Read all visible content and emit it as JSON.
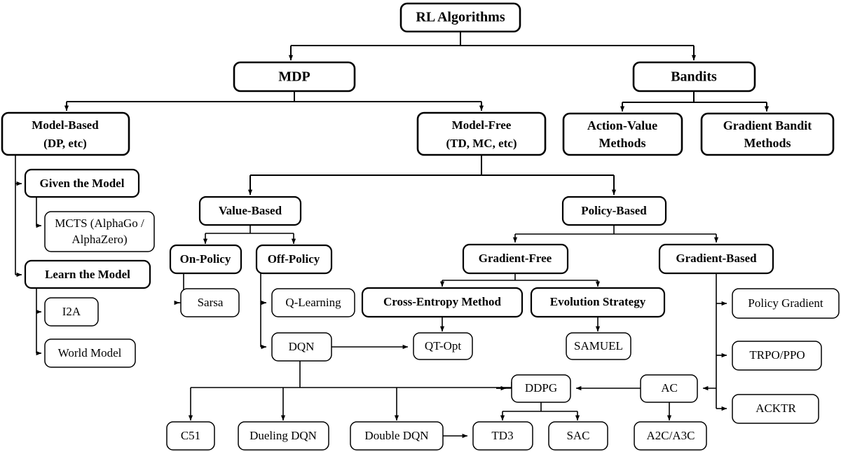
{
  "diagram": {
    "title": "RL Algorithms",
    "type": "taxonomy-tree",
    "background": "#ffffff",
    "stroke": "#000000",
    "nodes": {
      "root": {
        "label": "RL Algorithms",
        "style": "bold"
      },
      "mdp": {
        "label": "MDP",
        "style": "bold"
      },
      "bandits": {
        "label": "Bandits",
        "style": "bold"
      },
      "model_based_l1": {
        "label": "Model-Based",
        "style": "bold"
      },
      "model_based_l2": {
        "label": "(DP, etc)",
        "style": "bold"
      },
      "model_free_l1": {
        "label": "Model-Free",
        "style": "bold"
      },
      "model_free_l2": {
        "label": "(TD, MC, etc)",
        "style": "bold"
      },
      "action_value_l1": {
        "label": "Action-Value",
        "style": "bold"
      },
      "action_value_l2": {
        "label": "Methods",
        "style": "bold"
      },
      "grad_bandit_l1": {
        "label": "Gradient Bandit",
        "style": "bold"
      },
      "grad_bandit_l2": {
        "label": "Methods",
        "style": "bold"
      },
      "given_model": {
        "label": "Given the Model",
        "style": "bold"
      },
      "mcts_l1": {
        "label": "MCTS (AlphaGo /",
        "style": "regular"
      },
      "mcts_l2": {
        "label": "AlphaZero)",
        "style": "regular"
      },
      "learn_model": {
        "label": "Learn the Model",
        "style": "bold"
      },
      "i2a": {
        "label": "I2A",
        "style": "regular"
      },
      "world_model": {
        "label": "World Model",
        "style": "regular"
      },
      "value_based": {
        "label": "Value-Based",
        "style": "bold"
      },
      "policy_based": {
        "label": "Policy-Based",
        "style": "bold"
      },
      "on_policy": {
        "label": "On-Policy",
        "style": "bold"
      },
      "off_policy": {
        "label": "Off-Policy",
        "style": "bold"
      },
      "gradient_free": {
        "label": "Gradient-Free",
        "style": "bold"
      },
      "gradient_based": {
        "label": "Gradient-Based",
        "style": "bold"
      },
      "sarsa": {
        "label": "Sarsa",
        "style": "regular"
      },
      "q_learning": {
        "label": "Q-Learning",
        "style": "regular"
      },
      "cem": {
        "label": "Cross-Entropy Method",
        "style": "bold"
      },
      "evolution": {
        "label": "Evolution Strategy",
        "style": "bold"
      },
      "policy_gradient": {
        "label": "Policy Gradient",
        "style": "regular"
      },
      "dqn": {
        "label": "DQN",
        "style": "regular"
      },
      "qt_opt": {
        "label": "QT-Opt",
        "style": "regular"
      },
      "samuel": {
        "label": "SAMUEL",
        "style": "regular"
      },
      "trpo_ppo": {
        "label": "TRPO/PPO",
        "style": "regular"
      },
      "ddpg": {
        "label": "DDPG",
        "style": "regular"
      },
      "ac": {
        "label": "AC",
        "style": "regular"
      },
      "acktr": {
        "label": "ACKTR",
        "style": "regular"
      },
      "c51": {
        "label": "C51",
        "style": "regular"
      },
      "dueling_dqn": {
        "label": "Dueling DQN",
        "style": "regular"
      },
      "double_dqn": {
        "label": "Double DQN",
        "style": "regular"
      },
      "td3": {
        "label": "TD3",
        "style": "regular"
      },
      "sac": {
        "label": "SAC",
        "style": "regular"
      },
      "a2c_a3c": {
        "label": "A2C/A3C",
        "style": "regular"
      }
    }
  }
}
